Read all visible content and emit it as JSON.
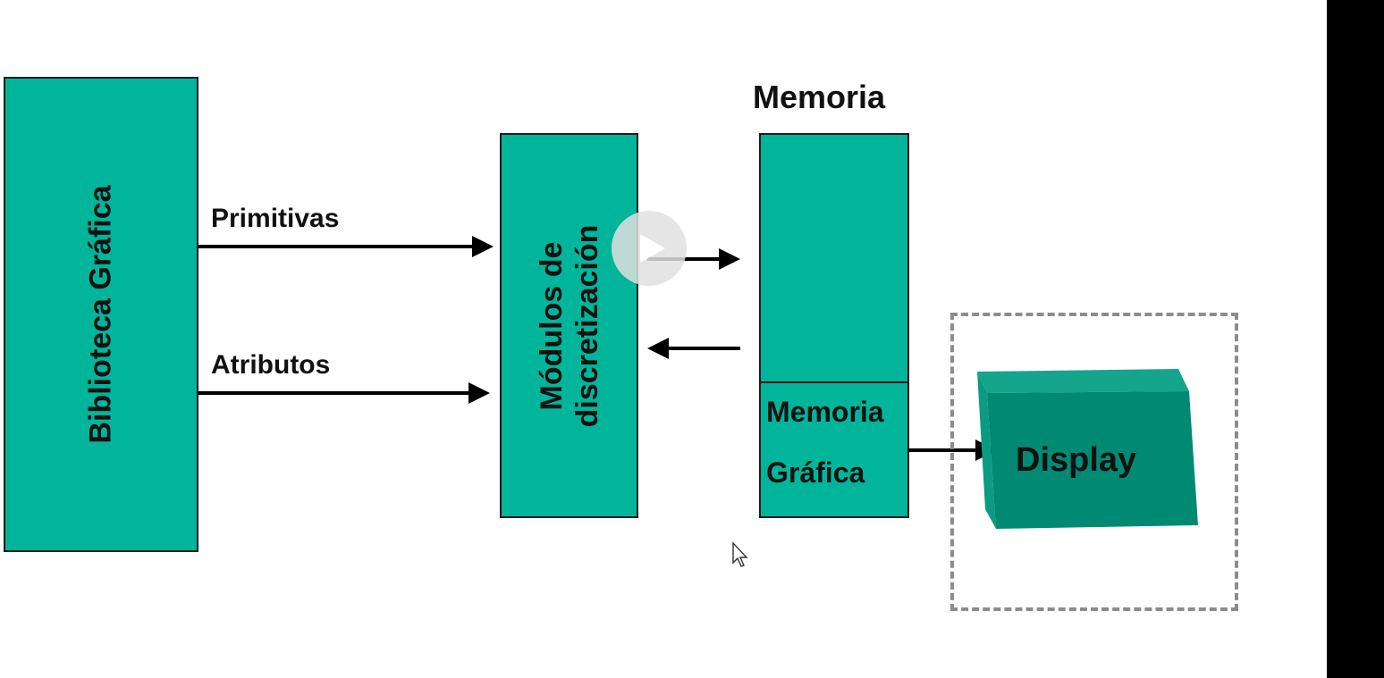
{
  "diagram": {
    "library_label": "Biblioteca Gráfica",
    "modules_line1": "Módulos de",
    "modules_line2": "discretización",
    "primitives_label": "Primitivas",
    "attributes_label": "Atributos",
    "memory_title": "Memoria",
    "graphic_memory_line1": "Memoria",
    "graphic_memory_line2": "Gráfica",
    "display_label": "Display"
  },
  "colors": {
    "box_fill": "#00b59a",
    "display_fill": "#008a73",
    "display_top": "#14a58c",
    "dashed_border": "#8c8c8c"
  },
  "icons": [
    "play-icon",
    "mouse-cursor-icon"
  ]
}
